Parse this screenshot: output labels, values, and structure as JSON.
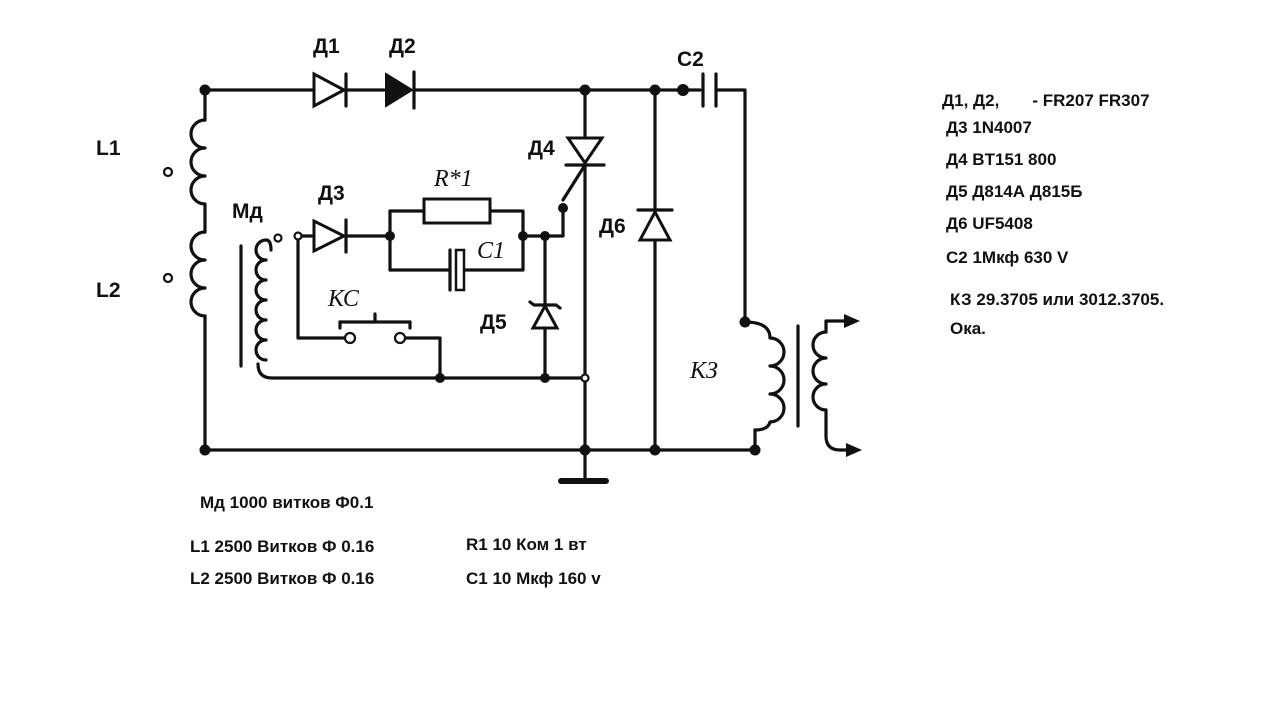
{
  "component_labels": {
    "d1": "Д1",
    "d2": "Д2",
    "d3": "Д3",
    "d4": "Д4",
    "d5": "Д5",
    "d6": "Д6",
    "c2": "C2",
    "l1": "L1",
    "l2": "L2",
    "md": "Мд",
    "r1": "R*1",
    "c1": "C1",
    "ks": "КС",
    "kz": "КЗ"
  },
  "specs": [
    "Д1, Д2,       - FR207 FR307",
    "Д3 1N4007",
    "Д4 BT151 800",
    "Д5 Д814А Д815Б",
    "Д6 UF5408",
    "C2  1Мкф 630 V",
    "КЗ 29.3705 или 3012.3705.",
    "Ока."
  ],
  "notes": {
    "md": "Мд 1000 витков Ф0.1",
    "l1": "L1 2500 Витков Ф 0.16",
    "l2": "L2 2500 Витков Ф 0.16",
    "r1": "R1 10 Ком 1 вт",
    "c1": "C1 10 Мкф 160 v"
  }
}
